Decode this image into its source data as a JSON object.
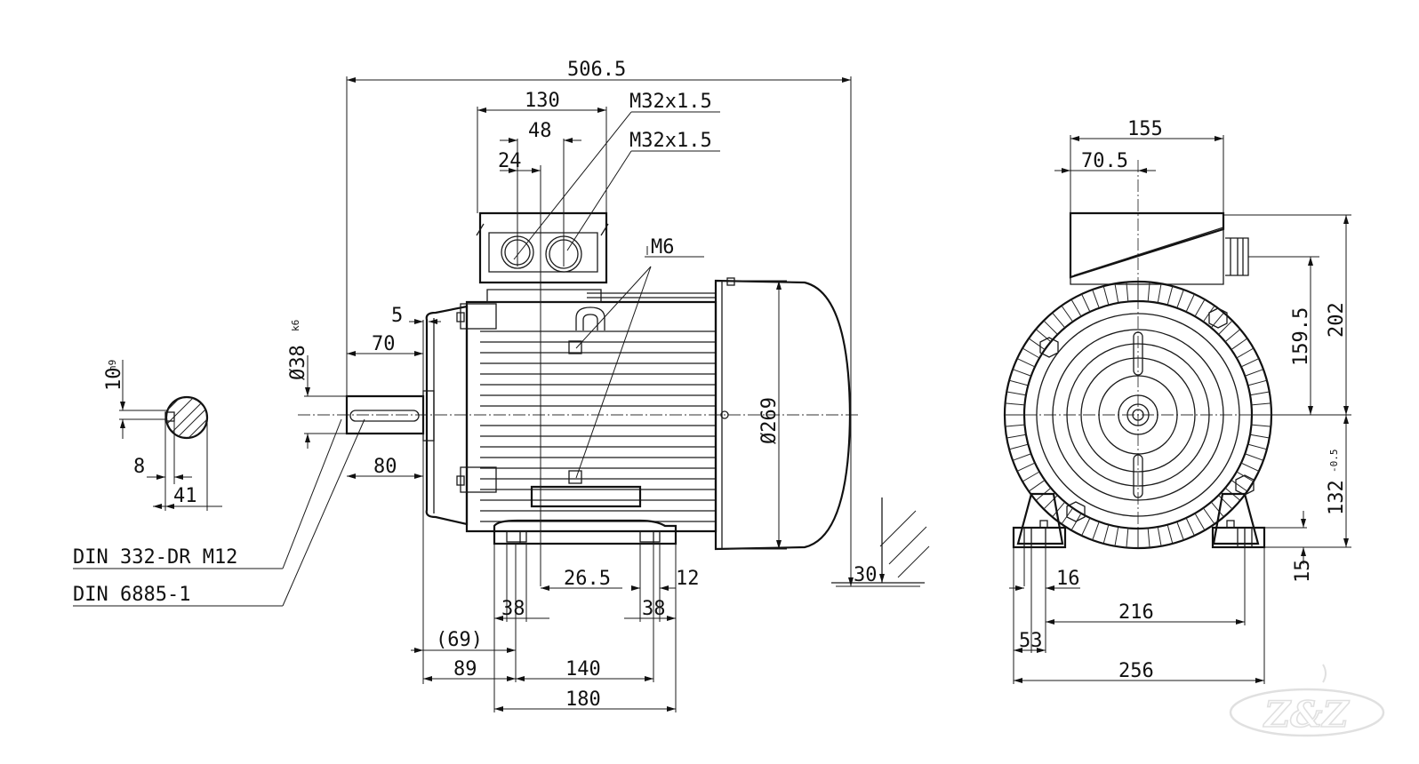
{
  "dims": {
    "overall_length": "506.5",
    "box_width": "130",
    "gland_spacing": "48",
    "gland_offset": "24",
    "gland_1": "M32x1.5",
    "gland_2": "M32x1.5",
    "lift_thread": "M6",
    "shaft_step": "5",
    "shaft_length": "70",
    "shaft_diameter": "Ø38",
    "shaft_diameter_tol": "k6",
    "key_height": "10",
    "key_height_tol": "h9",
    "key_width": "8",
    "shaft_section": "41",
    "shaft_to_flange": "80",
    "centre_hole_std": "DIN 332-DR M12",
    "key_std": "DIN 6885-1",
    "frame_diameter": "Ø269",
    "foot_slot_1": "26.5",
    "foot_slot_2": "12",
    "foot_len_left": "38",
    "foot_len_right": "38",
    "ref_69": "(69)",
    "foot_to_shaft": "89",
    "foot_pitch": "140",
    "foot_overall": "180",
    "foot_height": "30",
    "top_width": "155",
    "top_offset": "70.5",
    "gland_height": "159.5",
    "total_height": "202",
    "shaft_height": "132",
    "shaft_height_tol": "-0.5",
    "foot_thk": "15",
    "hole_dia": "16",
    "foot_span": "216",
    "foot_edge": "53",
    "base_width": "256"
  },
  "logo": {
    "icon": "zz-logo-watermark",
    "text": "Z&Z",
    "color": "#bbbbbb"
  }
}
